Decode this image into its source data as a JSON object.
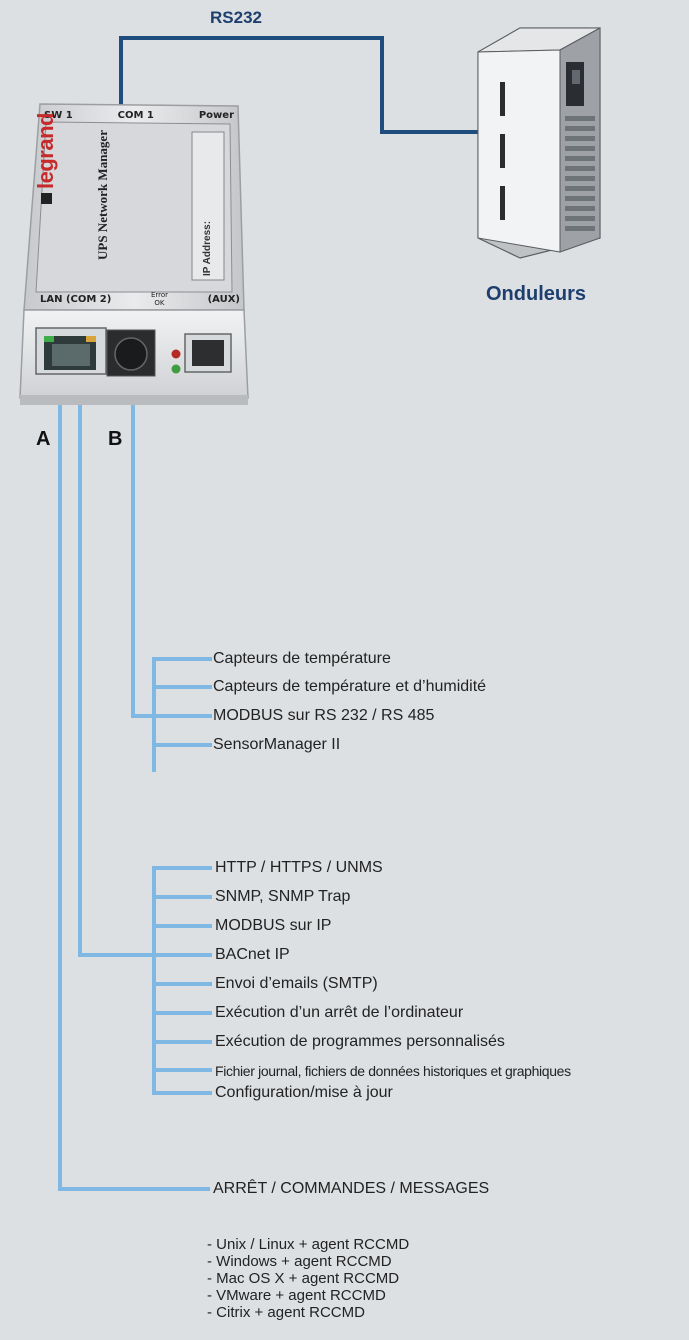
{
  "connection": {
    "label": "RS232"
  },
  "ups": {
    "label": "Onduleurs"
  },
  "device": {
    "brand": "legrand",
    "name": "UPS Network Manager",
    "top_labels": [
      "SW 1",
      "COM 1",
      "Power"
    ],
    "bottom_label_left": "LAN (COM 2)",
    "bottom_label_error": "Error",
    "bottom_label_ok": "OK",
    "bottom_label_aux": "(AUX)",
    "ip_label": "IP Address:"
  },
  "ports": {
    "a": "A",
    "b": "B"
  },
  "group_b": [
    "Capteurs de température",
    "Capteurs de température et d’humidité",
    "MODBUS sur RS 232 / RS 485",
    "SensorManager II"
  ],
  "group_a": [
    "HTTP / HTTPS / UNMS",
    "SNMP, SNMP Trap",
    "MODBUS sur IP",
    "BACnet IP",
    "Envoi d’emails (SMTP)",
    "Exécution d’un arrêt de l’ordinateur",
    "Exécution de programmes personnalisés",
    "Fichier journal, fichiers de données historiques et graphiques",
    "Configuration/mise à jour"
  ],
  "shutdown": {
    "title": "ARRÊT / COMMANDES / MESSAGES",
    "items": [
      "- Unix / Linux + agent RCCMD",
      "- Windows + agent RCCMD",
      "- Mac OS X + agent RCCMD",
      "- VMware + agent RCCMD",
      "- Citrix + agent RCCMD"
    ]
  },
  "colors": {
    "background": "#dde0e3",
    "rs232_line": "#1f4e7e",
    "connector_line": "#7fb8e2",
    "heading": "#1e3f6e"
  }
}
